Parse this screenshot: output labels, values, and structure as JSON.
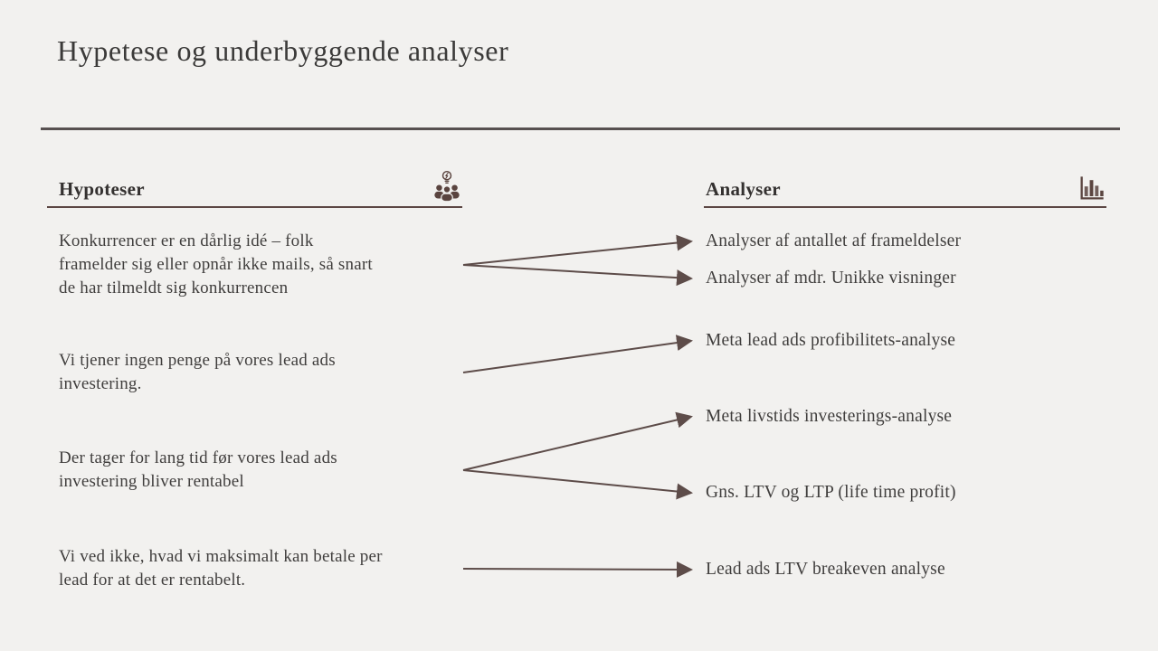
{
  "slide": {
    "title": "Hypetese og underbyggende analyser"
  },
  "left_column": {
    "header": "Hypoteser",
    "icon": "team-idea-icon"
  },
  "right_column": {
    "header": "Analyser",
    "icon": "bar-chart-icon"
  },
  "hypotheses": [
    {
      "text": "Konkurrencer er en dårlig idé – folk\nframelder sig eller opnår ikke mails, så snart\nde har tilmeldt sig konkurrencen"
    },
    {
      "text": "Vi tjener ingen penge på vores lead ads\ninvestering."
    },
    {
      "text": "Der tager for lang tid før vores lead ads\ninvestering bliver rentabel"
    },
    {
      "text": "Vi ved ikke, hvad vi maksimalt kan betale per\nlead for at det er rentabelt."
    }
  ],
  "analyses": [
    {
      "text": "Analyser af antallet af frameldelser"
    },
    {
      "text": "Analyser af mdr. Unikke visninger"
    },
    {
      "text": "Meta lead ads profibilitets-analyse"
    },
    {
      "text": "Meta livstids investerings-analyse"
    },
    {
      "text": "Gns. LTV og LTP (life time profit)"
    },
    {
      "text": "Lead ads LTV breakeven analyse"
    }
  ],
  "connections": [
    {
      "from": 0,
      "to": 0
    },
    {
      "from": 0,
      "to": 1
    },
    {
      "from": 1,
      "to": 2
    },
    {
      "from": 2,
      "to": 3
    },
    {
      "from": 2,
      "to": 4
    },
    {
      "from": 3,
      "to": 5
    }
  ],
  "colors": {
    "background": "#f2f1ef",
    "text": "#403e3d",
    "accent": "#5d4c49",
    "icon": "#5a443f"
  }
}
